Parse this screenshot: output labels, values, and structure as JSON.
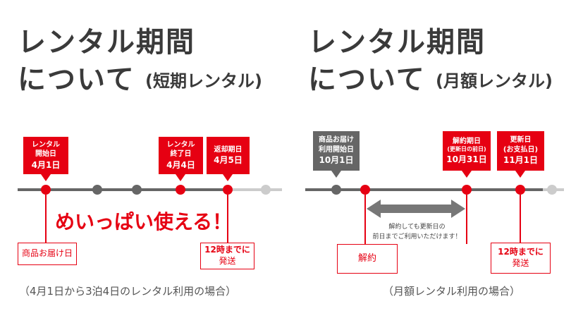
{
  "left": {
    "title_line1": "レンタル期間",
    "title_line2": "について",
    "title_sub": "(短期レンタル)",
    "flags": [
      {
        "line1": "レンタル",
        "line2": "開始日",
        "line3": "4月1日"
      },
      {
        "line1": "レンタル",
        "line2": "終了日",
        "line3": "4月4日"
      },
      {
        "line1": "返却期日",
        "line2": "4月5日"
      }
    ],
    "banner": "めいっぱい使える！",
    "box_delivery": "商品お届け日",
    "box_deadline_line1": "12時までに",
    "box_deadline_line2": "発送",
    "caption": "（4月1日から3泊4日のレンタル利用の場合）"
  },
  "right": {
    "title_line1": "レンタル期間",
    "title_line2": "について",
    "title_sub": "(月額レンタル)",
    "flags": [
      {
        "line1": "商品お届け",
        "line2": "利用開始日",
        "line3": "10月1日"
      },
      {
        "line1": "解約期日",
        "line2": "(更新日の前日)",
        "line3": "10月31日"
      },
      {
        "line1": "更新日",
        "line2": "(お支払日)",
        "line3": "11月1日"
      }
    ],
    "note_line1": "解約しても更新日の",
    "note_line2": "前日までご利用いただけます！",
    "box_cancel": "解約",
    "box_deadline_line1": "12時までに",
    "box_deadline_line2": "発送",
    "caption": "（月額レンタル利用の場合）"
  },
  "colors": {
    "accent": "#e60012",
    "gray_dark": "#666666",
    "gray_light": "#cccccc",
    "text": "#3a3a3a"
  }
}
